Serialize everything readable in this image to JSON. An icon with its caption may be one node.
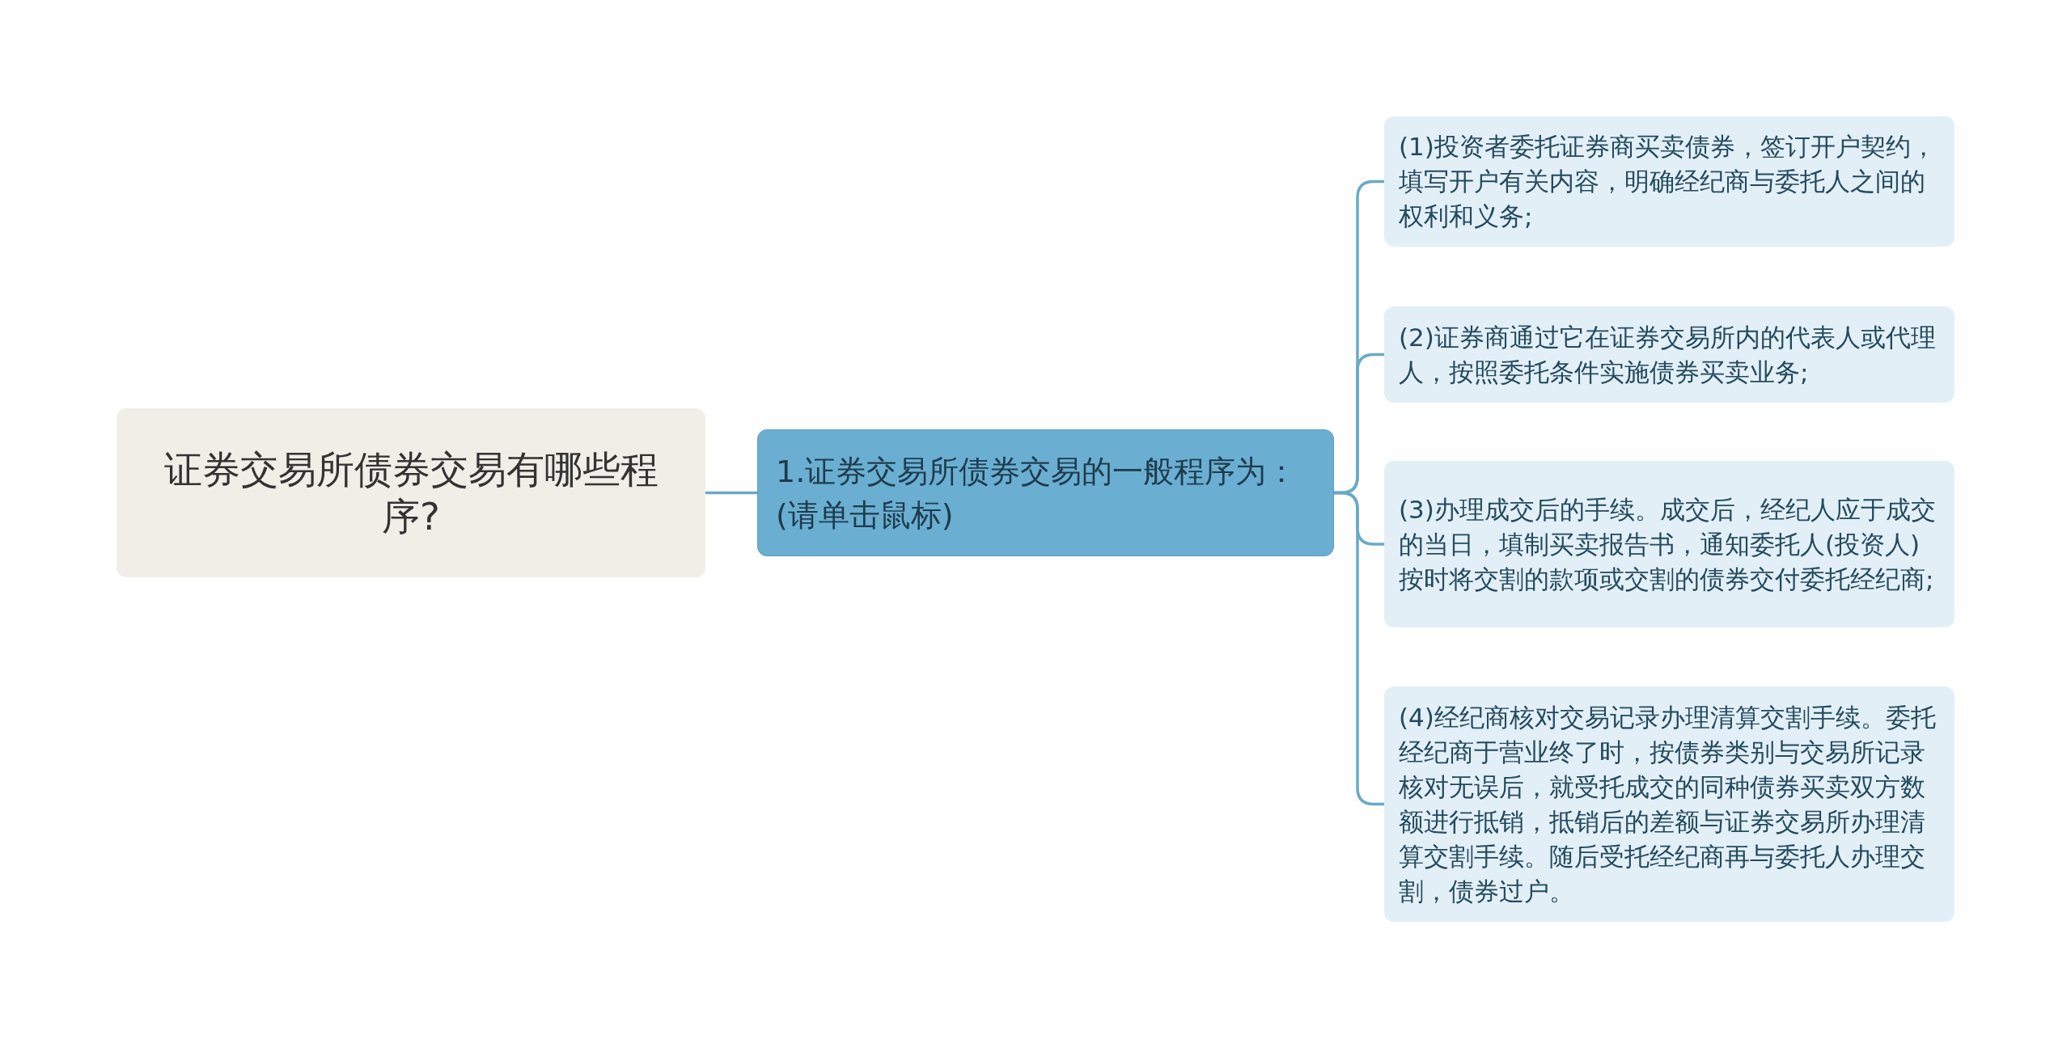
{
  "diagram": {
    "nodes": [
      {
        "text": [
          "证券交易所债券交易有哪些程序?"
        ]
      },
      {
        "text": [
          "1.证券交易所债券交易的一般程序为：(请单击鼠标)"
        ]
      },
      {
        "text": [
          "(1)投资者委托证券商买卖债券，签订开户契约，填写开户有关内容，明确经纪商与委托人之间的权利和义务;"
        ]
      },
      {
        "text": [
          "(2)证券商通过它在证券交易所内的代表人或代理人，按照委托条件实施债券买卖业务;"
        ]
      },
      {
        "text": [
          "(3)办理成交后的手续。成交后，经纪人应于成交的当日，填制买卖报告书，通知委托人(投资人)按时将交割的款项或交割的债券交付委托经纪商;"
        ]
      },
      {
        "text": [
          "(4)经纪商核对交易记录办理清算交割手续。委托经纪商于营业终了时，按债券类别与交易所记录核对无误后，就受托成交的同种债券买卖双方数额进行抵销，抵销后的差额与证券交易所办理清算交割手续。随后受托经纪商再与委托人办理交割，债券过户。"
        ]
      }
    ],
    "edges": [
      {
        "from": 0,
        "to": 1,
        "arrow": "none"
      },
      {
        "from": 1,
        "to": 2,
        "arrow": "none"
      },
      {
        "from": 1,
        "to": 3,
        "arrow": "none"
      },
      {
        "from": 1,
        "to": 4,
        "arrow": "none"
      },
      {
        "from": 1,
        "to": 5,
        "arrow": "none"
      }
    ]
  }
}
